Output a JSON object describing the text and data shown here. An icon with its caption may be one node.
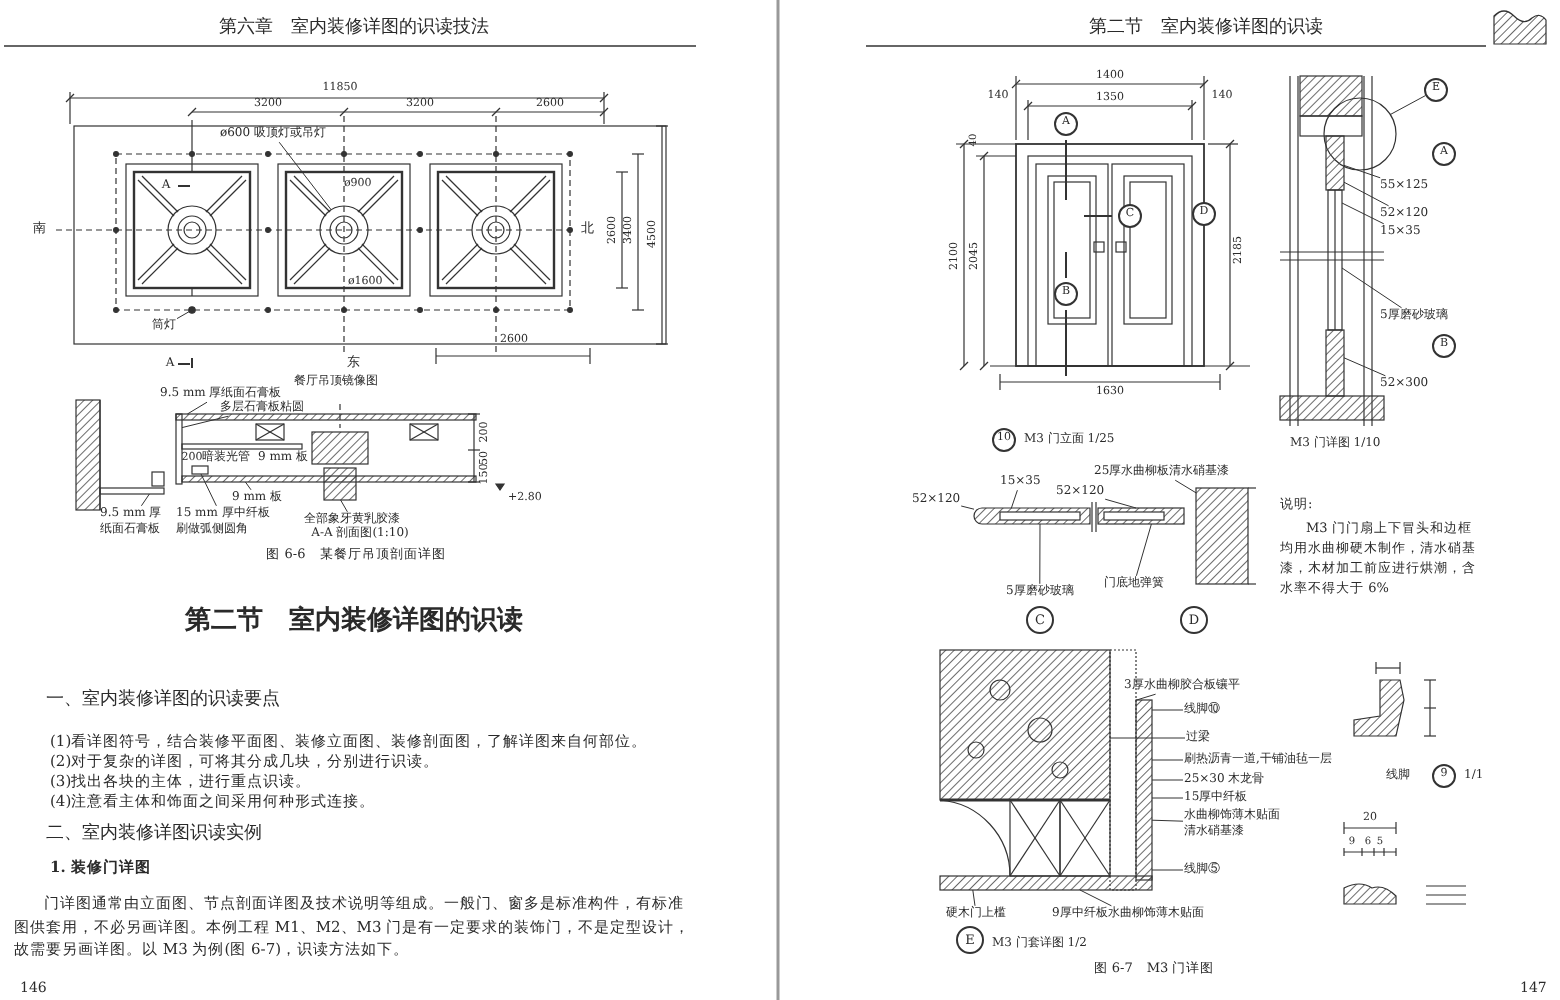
{
  "diagram": {
    "nodes": [
      {
        "text": [
          "ø600 吸顶灯或吊灯"
        ]
      },
      {
        "text": [
          "筒灯"
        ]
      },
      {
        "text": [
          "9.5 mm 厚纸面石膏板"
        ]
      },
      {
        "text": [
          "多层石膏板粘圆"
        ]
      },
      {
        "text": [
          "9.5 mm 厚纸面石膏板"
        ]
      },
      {
        "text": [
          "9 mm 板"
        ]
      },
      {
        "text": [
          "15 mm 厚中纤板刷做弧侧圆角"
        ]
      },
      {
        "text": [
          "全部象牙黄乳胶漆"
        ]
      },
      {
        "text": [
          "A"
        ]
      },
      {
        "text": [
          "C"
        ]
      },
      {
        "text": [
          "D"
        ]
      },
      {
        "text": [
          "B"
        ]
      },
      {
        "text": [
          "10"
        ],
        "beside": [
          "M3 门立面 1/25"
        ]
      },
      {
        "text": [
          "E"
        ]
      },
      {
        "text": [
          "A"
        ]
      },
      {
        "text": [
          "B"
        ]
      },
      {
        "text": [
          "55×125"
        ]
      },
      {
        "text": [
          "52×120"
        ]
      },
      {
        "text": [
          "15×35"
        ]
      },
      {
        "text": [
          "5厚磨砂玻璃"
        ]
      },
      {
        "text": [
          "52×300"
        ]
      },
      {
        "text": [
          "15×35"
        ]
      },
      {
        "text": [
          "52×120"
        ]
      },
      {
        "text": [
          "52×120"
        ]
      },
      {
        "text": [
          "25厚水曲柳板清水硝基漆"
        ]
      },
      {
        "text": [
          "5厚磨砂玻璃"
        ]
      },
      {
        "text": [
          "门底地弹簧"
        ]
      },
      {
        "text": [
          "C"
        ]
      },
      {
        "text": [
          "D"
        ]
      },
      {
        "text": [
          "3厚水曲柳胶合板镶平"
        ]
      },
      {
        "text": [
          "线脚⑩"
        ]
      },
      {
        "text": [
          "过梁"
        ]
      },
      {
        "text": [
          "刷热沥青一道,干铺油毡一层"
        ]
      },
      {
        "text": [
          "25×30 木龙骨"
        ]
      },
      {
        "text": [
          "15厚中纤板"
        ]
      },
      {
        "text": [
          "水曲柳饰薄木贴面清水硝基漆"
        ]
      },
      {
        "text": [
          "线脚⑤"
        ]
      },
      {
        "text": [
          "硬木门上槛"
        ]
      },
      {
        "text": [
          "9厚中纤板水曲柳饰薄木贴面"
        ]
      },
      {
        "text": [
          "E"
        ],
        "beside": [
          "M3 门套详图 1/2"
        ]
      },
      {
        "text": [
          "9"
        ],
        "beside": [
          "线脚",
          "1/1"
        ]
      },
      {
        "text": [],
        "shape": "circle"
      },
      {
        "text": [],
        "shape": "circle"
      },
      {
        "text": [],
        "shape": "bar"
      },
      {
        "text": [],
        "shape": "bar"
      },
      {
        "text": [],
        "shape": "bar"
      },
      {
        "text": [],
        "shape": "box"
      },
      {
        "text": [],
        "shape": "bar"
      },
      {
        "text": [],
        "shape": "box"
      },
      {
        "text": [],
        "shape": "circle"
      },
      {
        "text": [],
        "shape": "bar"
      },
      {
        "text": [],
        "shape": "bar"
      },
      {
        "text": [],
        "shape": "bar"
      },
      {
        "text": [],
        "shape": "bar"
      },
      {
        "text": [],
        "shape": "bar"
      },
      {
        "text": [],
        "shape": "box"
      },
      {
        "text": [],
        "shape": "box"
      },
      {
        "text": [],
        "shape": "bar"
      },
      {
        "text": [],
        "shape": "bar"
      },
      {
        "text": [],
        "shape": "bar"
      }
    ],
    "edges": [
      {
        "from": 0,
        "to": 41,
        "arrow": "none"
      },
      {
        "from": 1,
        "to": 42,
        "arrow": "none"
      },
      {
        "from": 2,
        "to": 43,
        "arrow": "none"
      },
      {
        "from": 3,
        "to": 44,
        "arrow": "none"
      },
      {
        "from": 4,
        "to": 45,
        "arrow": "none"
      },
      {
        "from": 5,
        "to": 47,
        "arrow": "none"
      },
      {
        "from": 6,
        "to": 46,
        "arrow": "none"
      },
      {
        "from": 7,
        "to": 48,
        "arrow": "none"
      },
      {
        "from": 13,
        "to": 49,
        "arrow": "none"
      },
      {
        "from": 16,
        "to": 50,
        "arrow": "none"
      },
      {
        "from": 17,
        "to": 50,
        "arrow": "none"
      },
      {
        "from": 18,
        "to": 51,
        "arrow": "none"
      },
      {
        "from": 19,
        "to": 51,
        "arrow": "none"
      },
      {
        "from": 20,
        "to": 52,
        "arrow": "none"
      },
      {
        "from": 21,
        "to": 53,
        "arrow": "none"
      },
      {
        "from": 22,
        "to": 53,
        "arrow": "none"
      },
      {
        "from": 23,
        "to": 54,
        "arrow": "none"
      },
      {
        "from": 24,
        "to": 55,
        "arrow": "none"
      },
      {
        "from": 25,
        "to": 53,
        "arrow": "none"
      },
      {
        "from": 26,
        "to": 54,
        "arrow": "none"
      },
      {
        "from": 29,
        "to": 57,
        "arrow": "none"
      },
      {
        "from": 30,
        "to": 58,
        "arrow": "none"
      },
      {
        "from": 31,
        "to": 56,
        "arrow": "none"
      },
      {
        "from": 32,
        "to": 58,
        "arrow": "none"
      },
      {
        "from": 33,
        "to": 58,
        "arrow": "none"
      },
      {
        "from": 34,
        "to": 58,
        "arrow": "none"
      },
      {
        "from": 35,
        "to": 58,
        "arrow": "none"
      },
      {
        "from": 36,
        "to": 58,
        "arrow": "none"
      },
      {
        "from": 37,
        "to": 59,
        "arrow": "none"
      },
      {
        "from": 38,
        "to": 59,
        "arrow": "none"
      }
    ],
    "labels": [
      "第六章　室内装修详图的识读技法",
      "11850",
      "3200",
      "3200",
      "2600",
      "A",
      "ø900",
      "南",
      "北",
      "2600",
      "3400",
      "4500",
      "ø1600",
      "A",
      "东",
      "2600",
      "餐厅吊顶镜像图",
      "200",
      "暗装光管",
      "9 mm 板",
      "200",
      "50",
      "150",
      "+2.80",
      "A-A 剖面图(1:10)",
      "图 6-6　某餐厅吊顶剖面详图",
      "第二节　室内装修详图的识读",
      "一、室内装修详图的识读要点",
      "(1)看详图符号，结合装修平面图、装修立面图、装修剖面图，了解详图来自何部位。",
      "(2)对于复杂的详图，可将其分成几块，分别进行识读。",
      "(3)找出各块的主体，进行重点识读。",
      "(4)注意看主体和饰面之间采用何种形式连接。",
      "二、室内装修详图识读实例",
      "1. 装修门详图",
      "门详图通常由立面图、节点剖面详图及技术说明等组成。一般门、窗多是标准构件，有标准图供套用，不必另画详图。本例工程 M1、M2、M3 门是有一定要求的装饰门，不是定型设计，故需要另画详图。以 M3 为例(图 6-7)，识读方法如下。",
      "146",
      "第二节　室内装修详图的识读",
      "1400",
      "140",
      "1350",
      "140",
      "40",
      "2100",
      "2045",
      "2185",
      "1630",
      "M3 门详图 1/10",
      "说明:",
      "M3 门门扇上下冒头和边框均用水曲柳硬木制作，清水硝基漆，木材加工前应进行烘潮，含水率不得大于 6%",
      "20",
      "9",
      "6",
      "5",
      "图 6-7　M3 门详图",
      "147"
    ]
  }
}
